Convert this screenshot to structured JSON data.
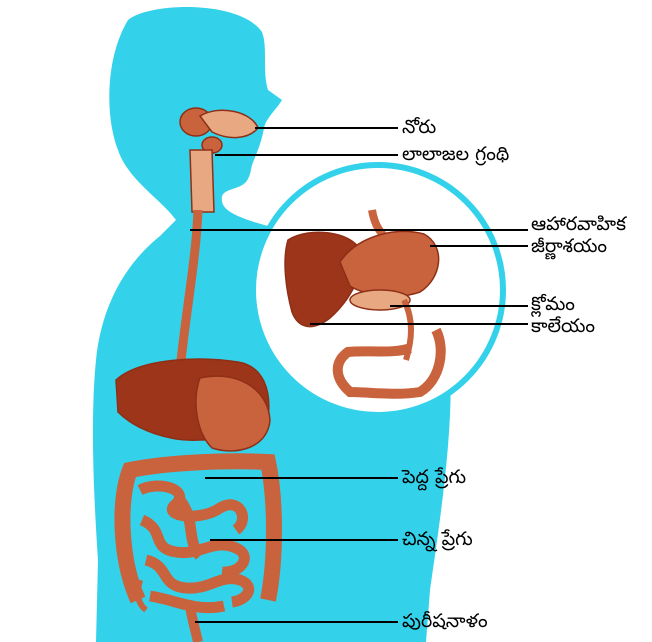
{
  "colors": {
    "body_silhouette": "#33d2ea",
    "organ": "#c9633d",
    "organ_dark": "#8e2f16",
    "organ_light": "#e8a882",
    "liver": "#9c3519",
    "inset_circle_fill": "#ffffff",
    "inset_circle_border": "#33d2ea",
    "leader_line": "#000000"
  },
  "labels": {
    "mouth": "నోరు",
    "salivary_gland": "లాలాజల గ్రంథి",
    "esophagus": "ఆహారవాహిక",
    "stomach": "జీర్ణాశయం",
    "pancreas": "క్లోమం",
    "liver": "కాలేయం",
    "large_intestine": "పెద్ద ప్రేగు",
    "small_intestine": "చిన్న ప్రేగు",
    "rectum": "పురీషనాళం"
  }
}
